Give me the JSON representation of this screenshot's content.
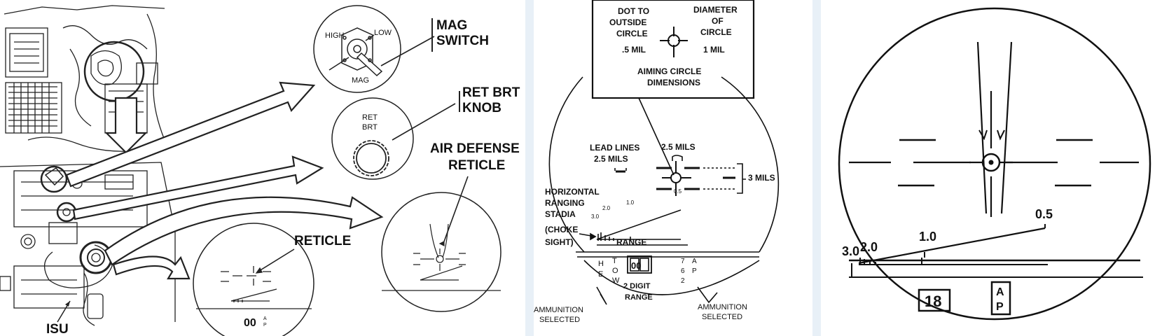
{
  "panel_a": {
    "mag_switch": {
      "title_1": "MAG",
      "title_2": "SWITCH",
      "high": "HIGH",
      "low": "LOW",
      "mag": "MAG"
    },
    "ret_brt": {
      "title_1": "RET BRT",
      "title_2": "KNOB",
      "knob_1": "RET",
      "knob_2": "BRT"
    },
    "air_defense": {
      "title_1": "AIR DEFENSE",
      "title_2": "RETICLE"
    },
    "reticle": {
      "title": "RETICLE",
      "readout": "00",
      "ap_a": "A",
      "ap_p": "P"
    },
    "isu": "ISU"
  },
  "panel_b": {
    "dot_1": "DOT TO",
    "dot_2": "OUTSIDE",
    "dot_3": "CIRCLE",
    "dot_4": ".5 MIL",
    "dia_1": "DIAMETER",
    "dia_2": "OF",
    "dia_3": "CIRCLE",
    "dia_4": "1 MIL",
    "aim_1": "AIMING CIRCLE",
    "aim_2": "DIMENSIONS",
    "lead_1": "LEAD LINES",
    "lead_2": "2.5 MILS",
    "mils25": "2.5 MILS",
    "mils3": "3 MILS",
    "hr_1": "HORIZONTAL",
    "hr_2": "RANGING",
    "hr_3": "STADIA",
    "hr_4": "(CHOKE",
    "hr_5": "SIGHT)",
    "tick_30": "3.0",
    "tick_20": "2.0",
    "tick_10": "1.0",
    "tick_05": "0.5",
    "range": "RANGE",
    "he_h": "H",
    "he_e": "E",
    "tow_t": "T",
    "tow_o": "O",
    "tow_w": "W",
    "digits": "00",
    "digit_1": "2 DIGIT",
    "digit_2": "RANGE",
    "n7": "7",
    "n6": "6",
    "n2": "2",
    "a": "A",
    "p": "P",
    "ammo_1": "AMMUNITION",
    "ammo_2": "SELECTED"
  },
  "panel_c": {
    "tick_30": "3.0",
    "tick_20": "2.0",
    "tick_10": "1.0",
    "tick_05": "0.5",
    "range": "18",
    "a": "A",
    "p": "P"
  }
}
